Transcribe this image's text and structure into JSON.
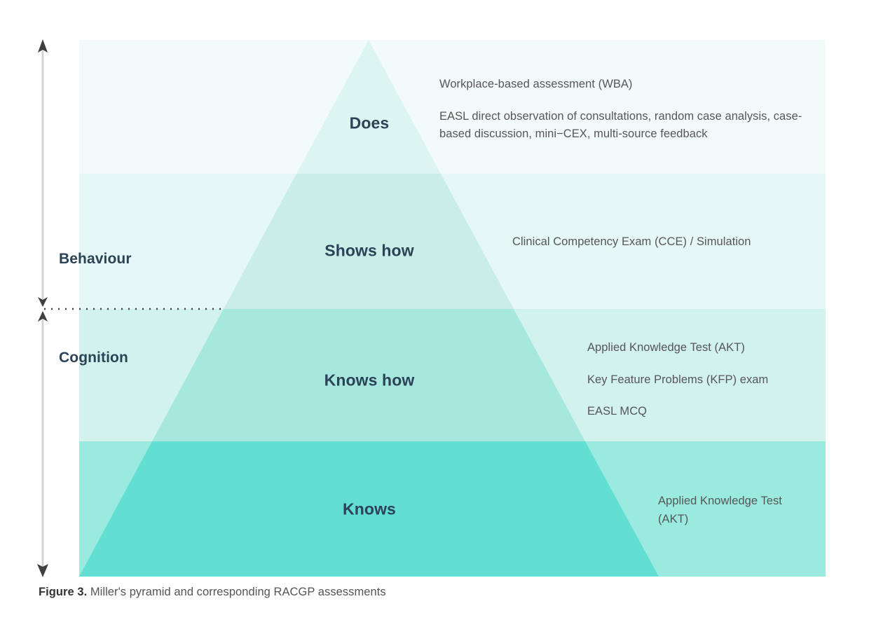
{
  "figure": {
    "caption_label": "Figure 3.",
    "caption_text": " Miller's pyramid and corresponding RACGP assessments"
  },
  "axis": {
    "upper_label": "Behaviour",
    "lower_label": "Cognition",
    "arrow_color": "#3f3f3f",
    "line_color": "#d4d4d4",
    "divider_style": "dotted"
  },
  "colors": {
    "band_does": "#f2fbfa",
    "band_shows_how": "#e6f8f5",
    "band_knows_how": "#d2f2ee",
    "band_knows": "#9aeae0",
    "triangle_does": "#ddf5f1",
    "triangle_shows_how": "#c9eee8",
    "triangle_knows_how": "#a6e8de",
    "triangle_knows": "#62dfd2",
    "level_text": "#2b4257",
    "body_text": "#565656"
  },
  "chart_data": {
    "type": "pyramid",
    "title": "Miller's pyramid and corresponding RACGP assessments",
    "grid": false,
    "legend": "none",
    "axis_groups": [
      {
        "name": "Behaviour",
        "levels": [
          "Does",
          "Shows how"
        ]
      },
      {
        "name": "Cognition",
        "levels": [
          "Knows how",
          "Knows"
        ]
      }
    ],
    "levels": [
      {
        "name": "Does",
        "order": 1,
        "assessments": [
          "Workplace-based assessment (WBA)",
          "EASL direct observation of consultations, random case analysis, case-based discussion, mini−CEX, multi-source feedback"
        ]
      },
      {
        "name": "Shows how",
        "order": 2,
        "assessments": [
          "Clinical Competency Exam (CCE) / Simulation"
        ]
      },
      {
        "name": "Knows how",
        "order": 3,
        "assessments": [
          "Applied Knowledge Test (AKT)",
          "Key Feature Problems (KFP) exam",
          "EASL MCQ"
        ]
      },
      {
        "name": "Knows",
        "order": 4,
        "assessments": [
          "Applied Knowledge Test (AKT)"
        ]
      }
    ]
  }
}
